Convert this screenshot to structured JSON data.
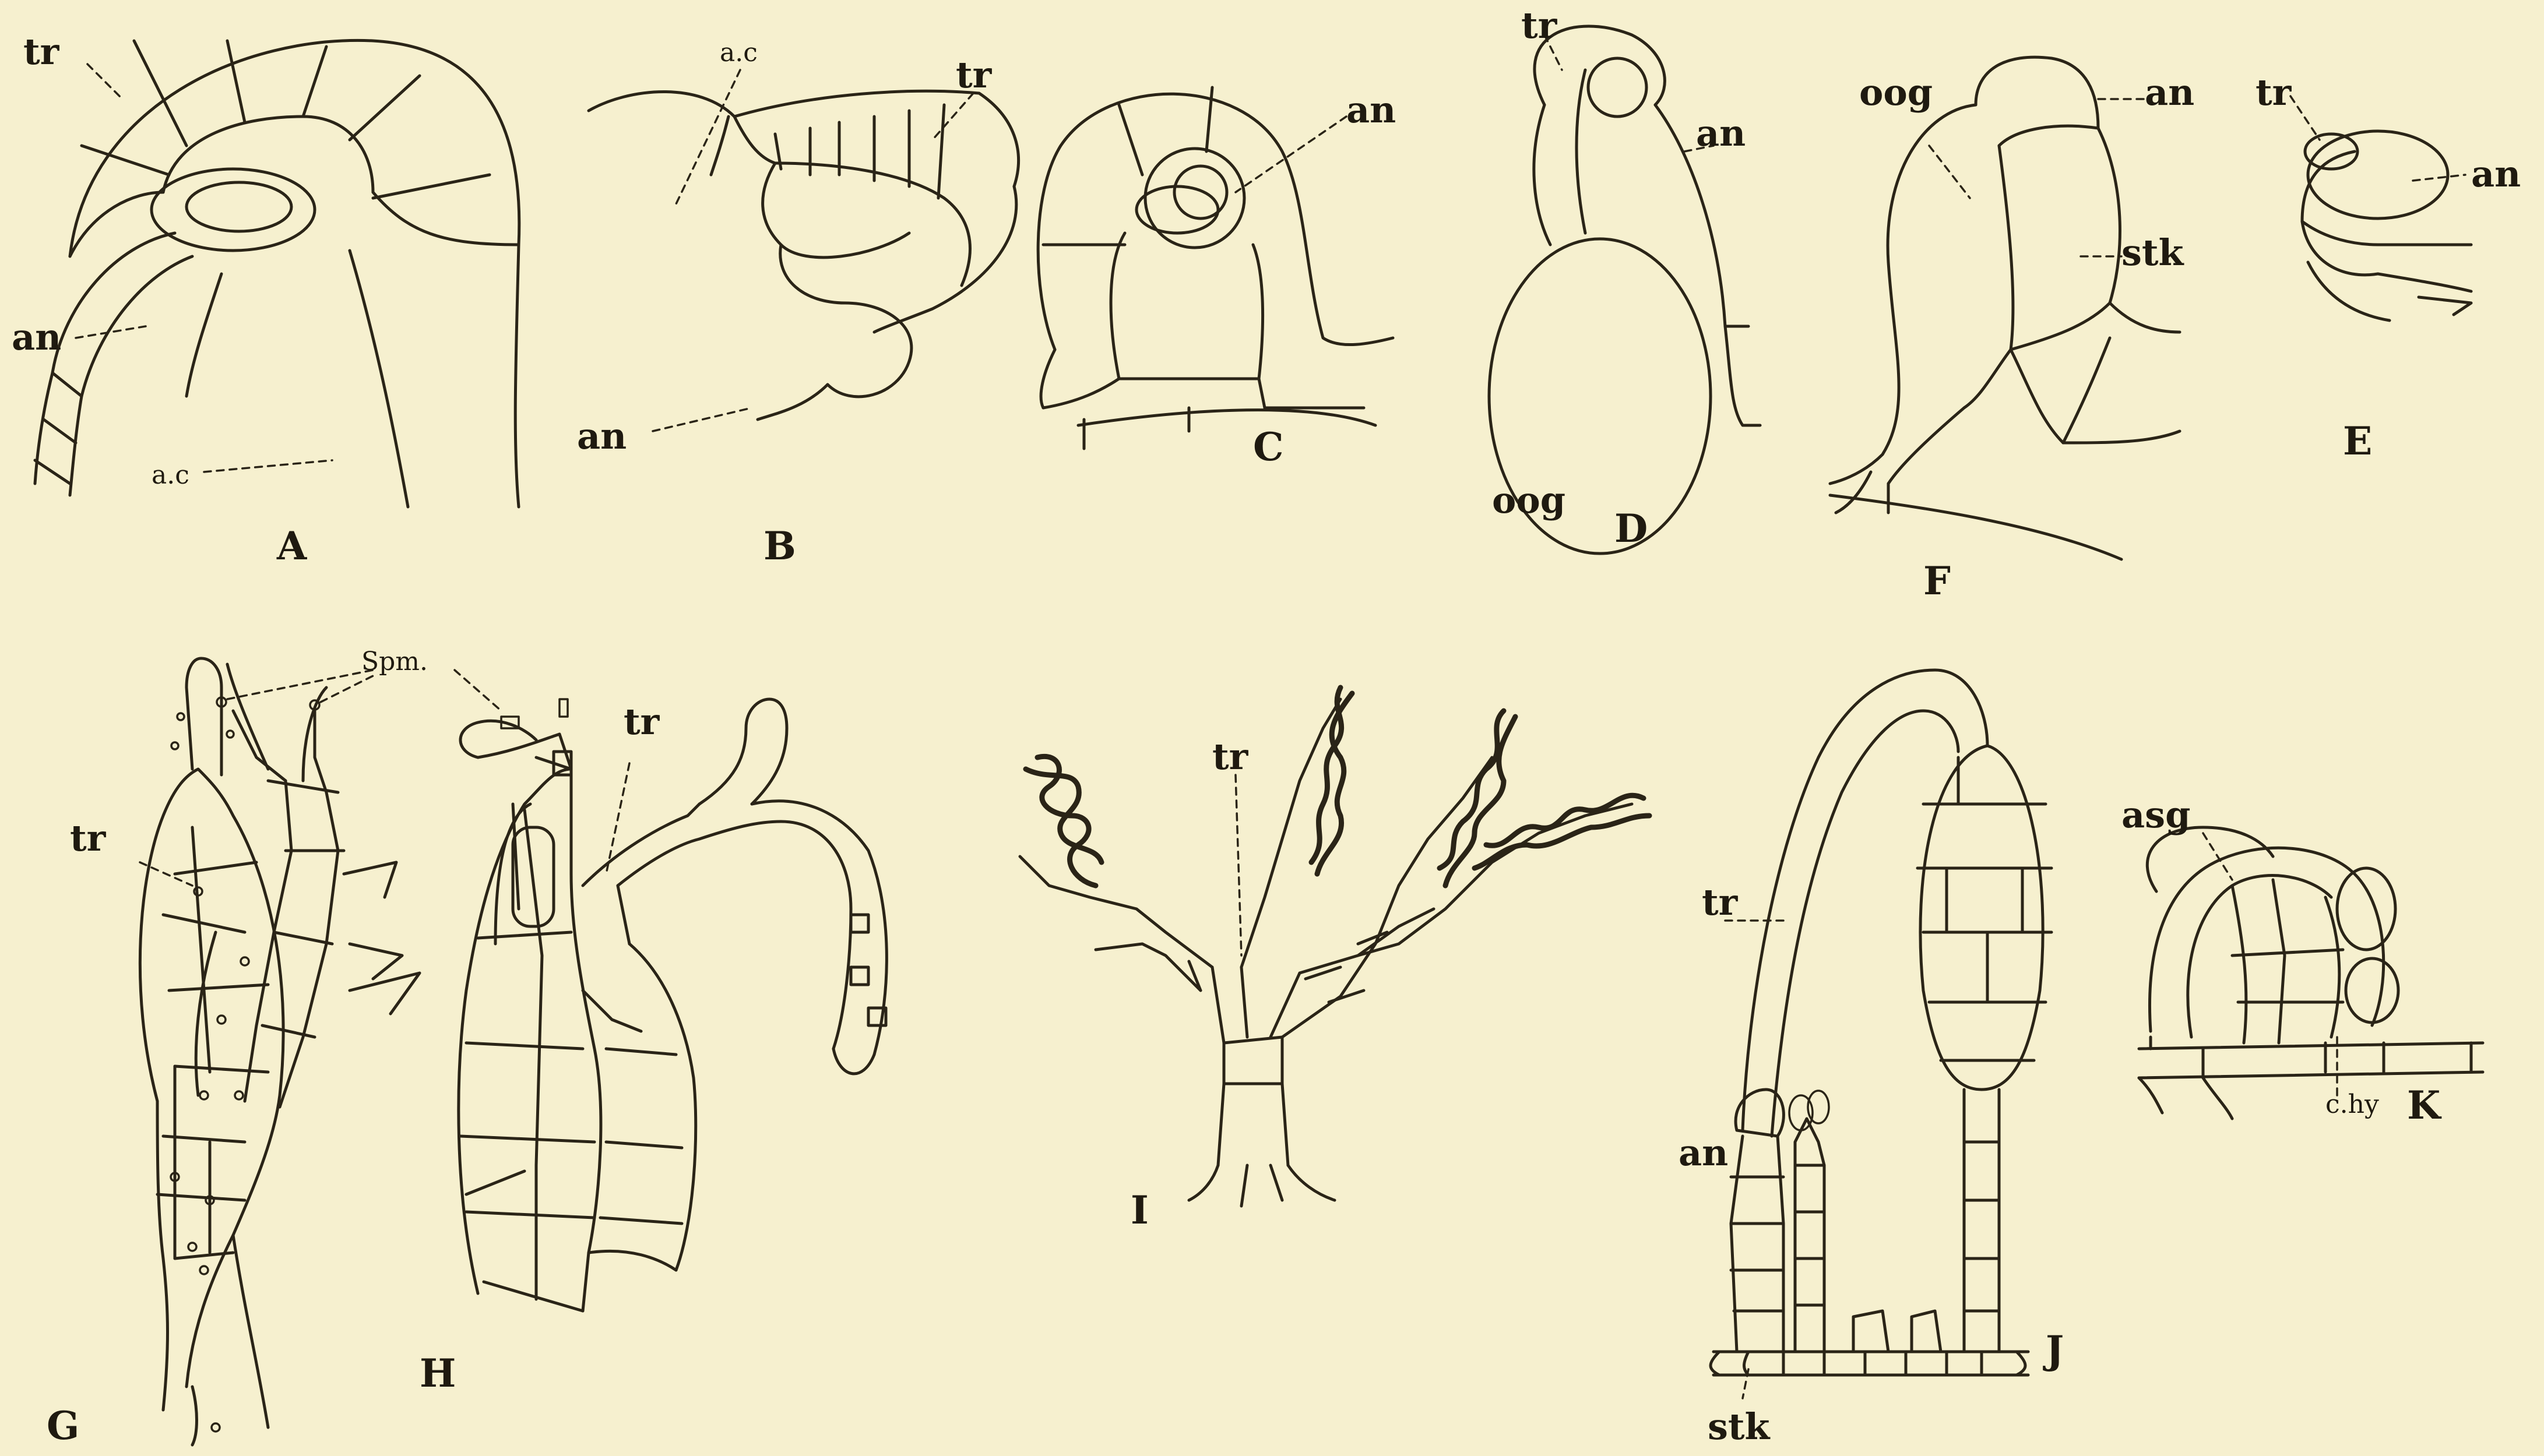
{
  "figures": {
    "A": {
      "letter": "A",
      "labels": {
        "tr": "tr",
        "an": "an",
        "ac": "a.c"
      }
    },
    "B": {
      "letter": "B",
      "labels": {
        "ac": "a.c",
        "tr": "tr",
        "an": "an"
      }
    },
    "C": {
      "letter": "C",
      "labels": {
        "an": "an"
      }
    },
    "D": {
      "letter": "D",
      "labels": {
        "tr": "tr",
        "an": "an",
        "oog": "oog"
      }
    },
    "F": {
      "letter": "F",
      "labels": {
        "oog": "oog",
        "an": "an",
        "stk": "stk"
      }
    },
    "E": {
      "letter": "E",
      "labels": {
        "tr": "tr",
        "an": "an"
      }
    },
    "G": {
      "letter": "G",
      "labels": {
        "tr": "tr",
        "spm": "Spm."
      }
    },
    "H": {
      "letter": "H",
      "labels": {
        "tr": "tr"
      }
    },
    "I": {
      "letter": "I",
      "labels": {
        "tr": "tr"
      }
    },
    "J": {
      "letter": "J",
      "labels": {
        "tr": "tr",
        "an": "an",
        "stk": "stk"
      }
    },
    "K": {
      "letter": "K",
      "labels": {
        "asg": "asg",
        "chy": "c.hy"
      }
    }
  },
  "colors": {
    "paper": "#f6f0cf",
    "ink": "#2a2417"
  }
}
